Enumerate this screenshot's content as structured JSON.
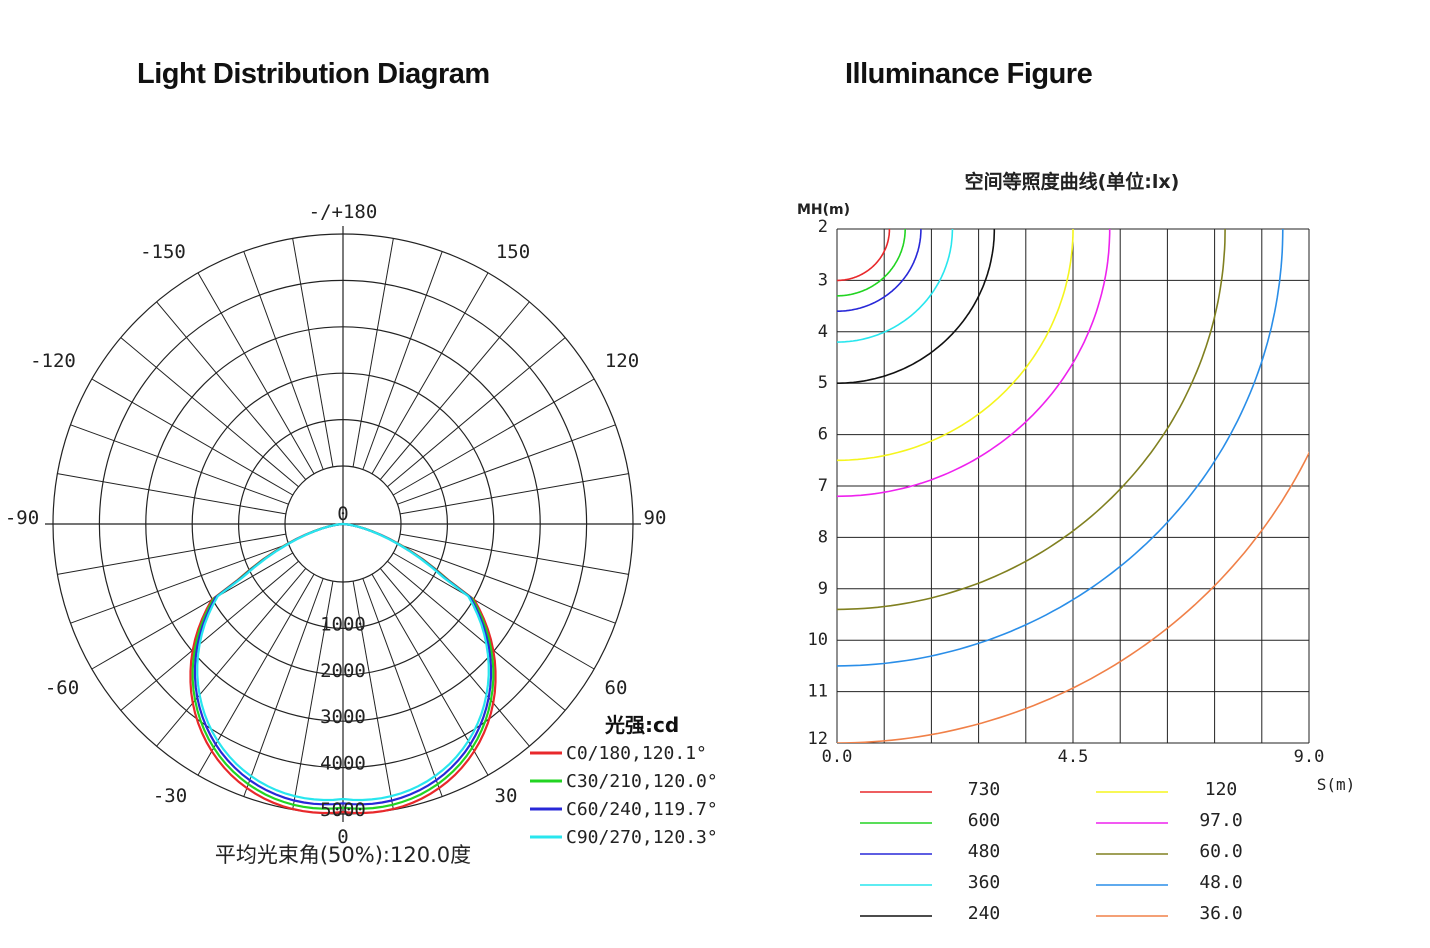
{
  "headings": {
    "left": "Light Distribution Diagram",
    "right": "Illuminance Figure"
  },
  "chart_data": [
    {
      "type": "polar-line",
      "title": "Light Distribution Diagram",
      "angle_labels": [
        {
          "angle": 180,
          "text": "-/+180"
        },
        {
          "angle": -150,
          "text": "-150"
        },
        {
          "angle": 150,
          "text": "150"
        },
        {
          "angle": -120,
          "text": "-120"
        },
        {
          "angle": 120,
          "text": "120"
        },
        {
          "angle": -90,
          "text": "-90"
        },
        {
          "angle": 90,
          "text": "90"
        },
        {
          "angle": -60,
          "text": "-60"
        },
        {
          "angle": 60,
          "text": "60"
        },
        {
          "angle": -30,
          "text": "-30"
        },
        {
          "angle": 30,
          "text": "30"
        },
        {
          "angle": 0,
          "text": "0"
        }
      ],
      "center_label": "0",
      "radial_ticks": [
        "1000",
        "2000",
        "3000",
        "4000",
        "5000"
      ],
      "r_max": 5000,
      "unit_label": "光强:cd",
      "summary": "平均光束角(50%):120.0度",
      "peak_intensity": 5000,
      "series": [
        {
          "name": "C0/180,120.1°",
          "color": "#e8282b",
          "scale": 1.0
        },
        {
          "name": "C30/210,120.0°",
          "color": "#22d422",
          "scale": 0.985
        },
        {
          "name": "C60/240,119.7°",
          "color": "#2828d8",
          "scale": 0.97
        },
        {
          "name": "C90/270,120.3°",
          "color": "#28e6ee",
          "scale": 0.955
        }
      ]
    },
    {
      "type": "line",
      "title": "空间等照度曲线(单位:lx)",
      "xlabel": "S(m)",
      "ylabel": "MH(m)",
      "x_ticks": [
        "0.0",
        "4.5",
        "9.0"
      ],
      "y_ticks": [
        "2",
        "3",
        "4",
        "5",
        "6",
        "7",
        "8",
        "9",
        "10",
        "11",
        "12"
      ],
      "xlim": [
        0,
        9
      ],
      "ylim": [
        2,
        12
      ],
      "y_inverted": true,
      "grid": true,
      "series": [
        {
          "name": "730",
          "color": "#e8282b",
          "h0": 3.0,
          "R": 1.0
        },
        {
          "name": "600",
          "color": "#22d422",
          "h0": 3.3,
          "R": 1.3
        },
        {
          "name": "480",
          "color": "#2828d8",
          "h0": 3.6,
          "R": 1.6
        },
        {
          "name": "360",
          "color": "#28e6ee",
          "h0": 4.2,
          "R": 2.2
        },
        {
          "name": "240",
          "color": "#111111",
          "h0": 5.0,
          "R": 3.0
        },
        {
          "name": "120",
          "color": "#f5f51e",
          "h0": 6.5,
          "R": 4.5
        },
        {
          "name": "97.0",
          "color": "#ee22ee",
          "h0": 7.2,
          "R": 5.2
        },
        {
          "name": "60.0",
          "color": "#808020",
          "h0": 9.4,
          "R": 7.4
        },
        {
          "name": "48.0",
          "color": "#2a8ee8",
          "h0": 10.5,
          "R": 8.5
        },
        {
          "name": "36.0",
          "color": "#f08048",
          "h0": 12.0,
          "R": 10.0
        }
      ]
    }
  ]
}
